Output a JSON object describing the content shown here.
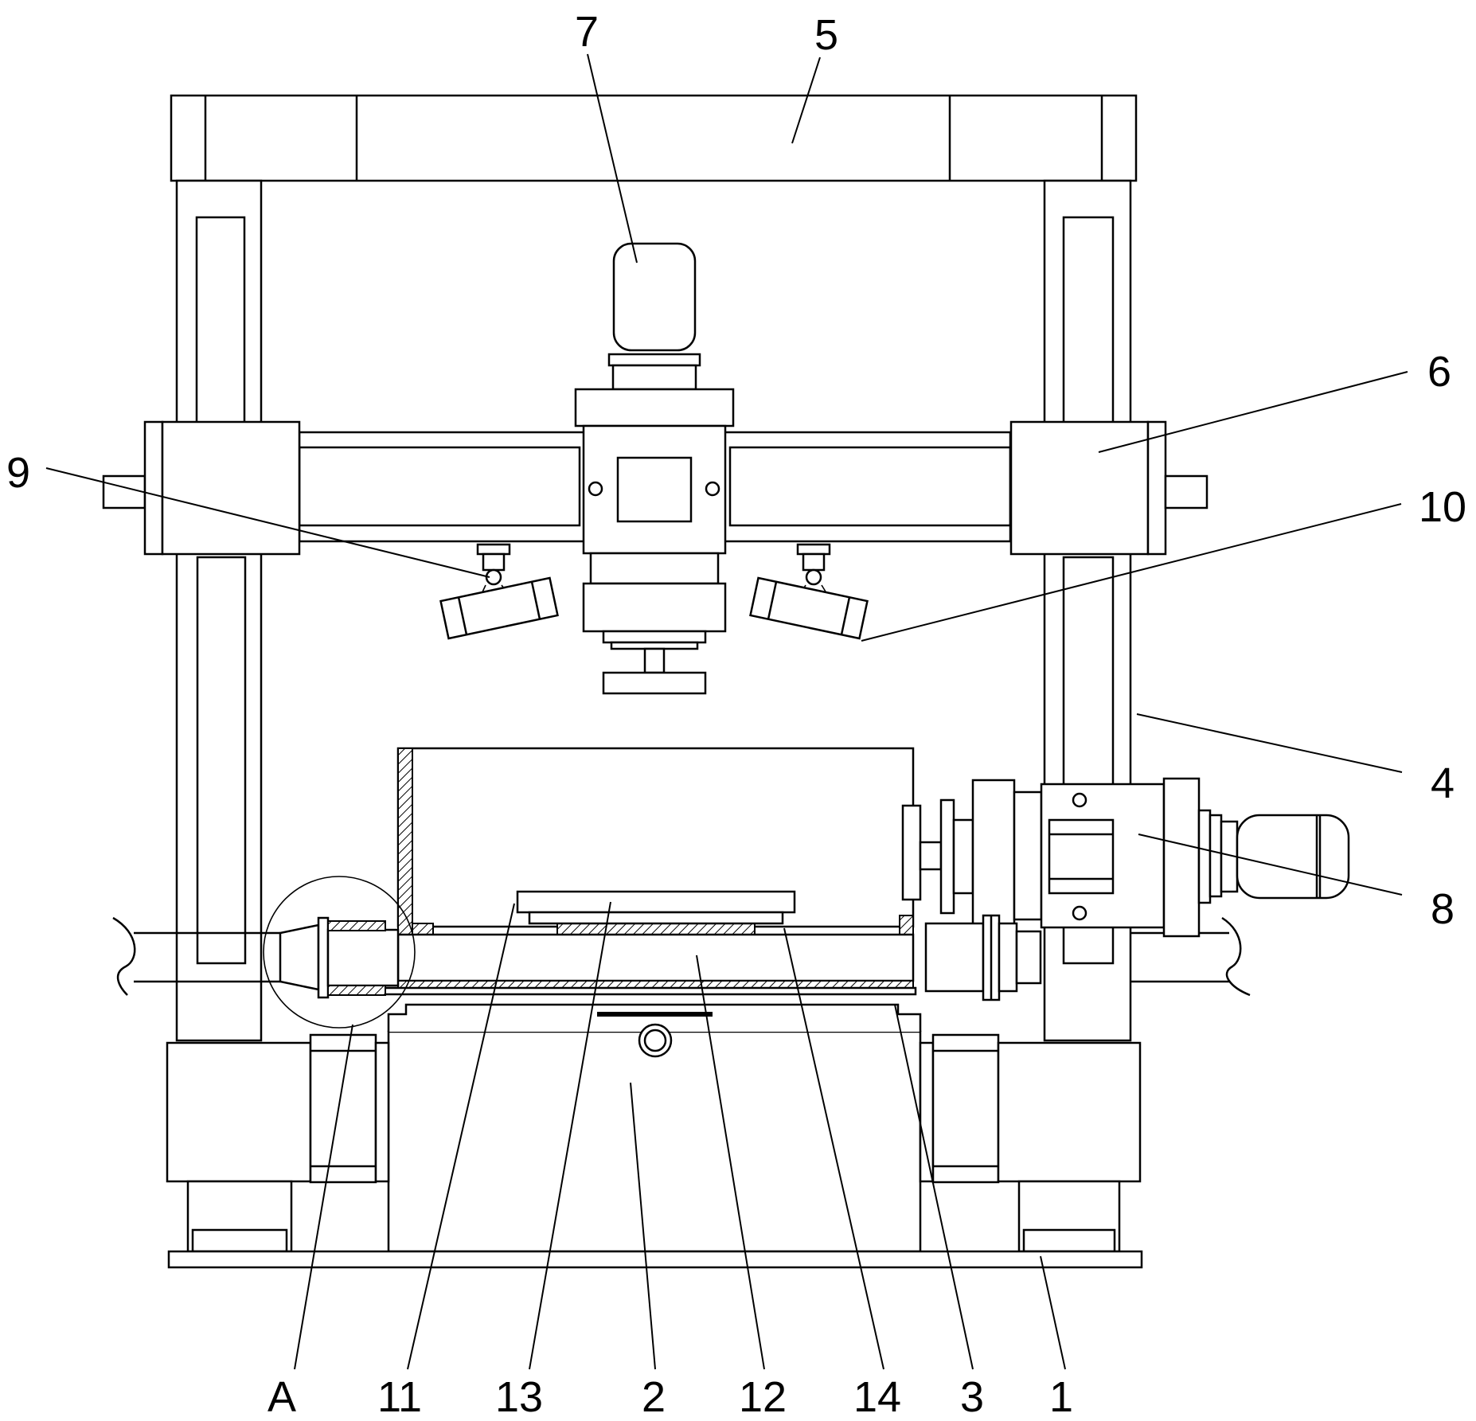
{
  "labels": {
    "l7": "7",
    "l5": "5",
    "l6": "6",
    "l9": "9",
    "l10": "10",
    "l4": "4",
    "l8": "8",
    "lA": "A",
    "l11": "11",
    "l13": "13",
    "l2": "2",
    "l12": "12",
    "l14": "14",
    "l3": "3",
    "l1": "1"
  }
}
